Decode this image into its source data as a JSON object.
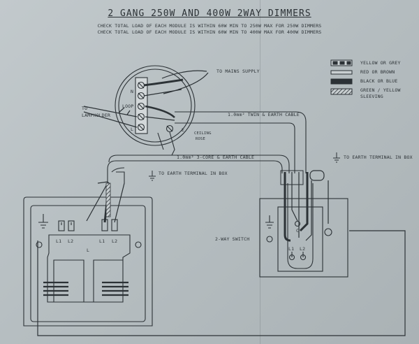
{
  "title": "2 GANG 250W AND 400W 2WAY DIMMERS",
  "notes": [
    "CHECK TOTAL LOAD OF EACH MODULE IS WITHIN 60W MIN TO 250W MAX FOR 250W DIMMERS",
    "CHECK TOTAL LOAD OF EACH MODULE IS WITHIN 60W MIN TO 400W MAX FOR 400W DIMMERS"
  ],
  "legend": [
    {
      "label": "YELLOW OR GREY",
      "pattern": "dashed",
      "color": "#2c3236"
    },
    {
      "label": "RED OR BROWN",
      "pattern": "hollow",
      "color": "#2c3236"
    },
    {
      "label": "BLACK OR BLUE",
      "pattern": "solid",
      "color": "#2c3236"
    },
    {
      "label": "GREEN / YELLOW",
      "pattern": "hatched",
      "color": "#2c3236"
    },
    {
      "label": "SLEEVING",
      "pattern": "none",
      "color": "#2c3236"
    }
  ],
  "labels": {
    "mains": "TO MAINS SUPPLY",
    "to": "TO",
    "lampholder": "LAMPHOLDER",
    "loop": "LOOP",
    "n": "N",
    "l": "L",
    "e": "E",
    "ceiling1": "CEILING",
    "ceiling2": "ROSE",
    "twin_cable": "1.0mm² TWIN & EARTH CABLE",
    "three_core": "1.0mm² 3-CORE & EARTH CABLE",
    "earth_box_left": "TO EARTH TERMINAL IN BOX",
    "earth_box_right": "TO EARTH TERMINAL IN BOX",
    "two_way": "2-WAY SWITCH",
    "dim_l": "L",
    "l1_a": "L1",
    "l2_a": "L2",
    "l1_b": "L1",
    "l2_b": "L2",
    "sw_l1": "L1",
    "sw_l2": "L2",
    "sw_c": "C"
  }
}
